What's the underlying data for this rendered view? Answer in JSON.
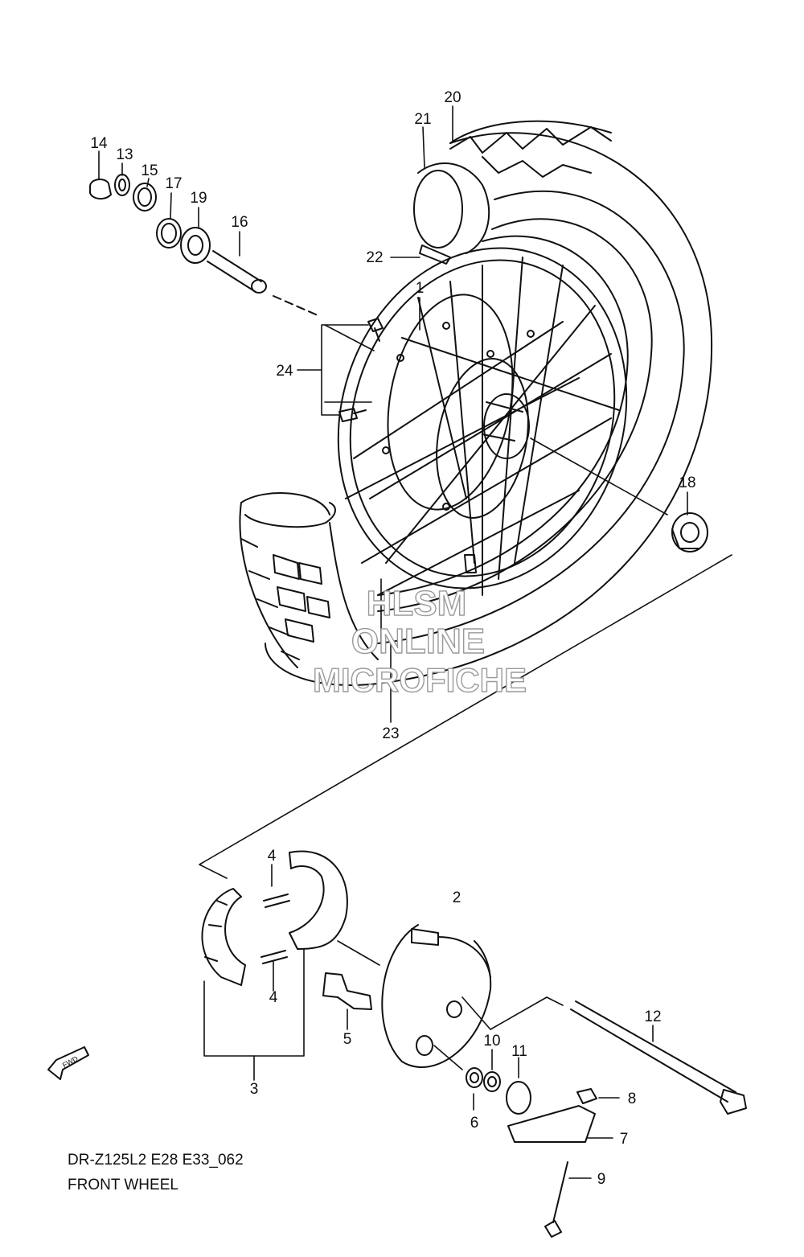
{
  "diagram": {
    "code": "DR-Z125L2 E28 E33_062",
    "name": "FRONT WHEEL",
    "fwd_label": "FWD",
    "watermark": [
      "HLSM",
      "ONLINE",
      "MICROFICHE"
    ],
    "callouts": [
      "1",
      "2",
      "3",
      "4",
      "4",
      "5",
      "6",
      "7",
      "8",
      "9",
      "10",
      "11",
      "12",
      "13",
      "14",
      "15",
      "16",
      "17",
      "18",
      "19",
      "20",
      "21",
      "22",
      "23",
      "24"
    ]
  }
}
